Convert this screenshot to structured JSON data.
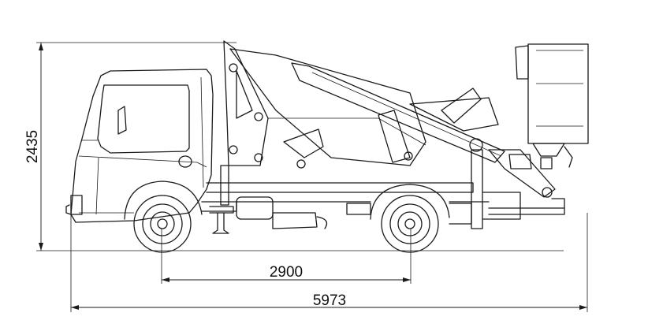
{
  "dimensions": {
    "height": "2435",
    "wheelbase": "2900",
    "overall_length": "5973"
  },
  "colors": {
    "line": "#1a1a1a",
    "background": "#ffffff"
  }
}
